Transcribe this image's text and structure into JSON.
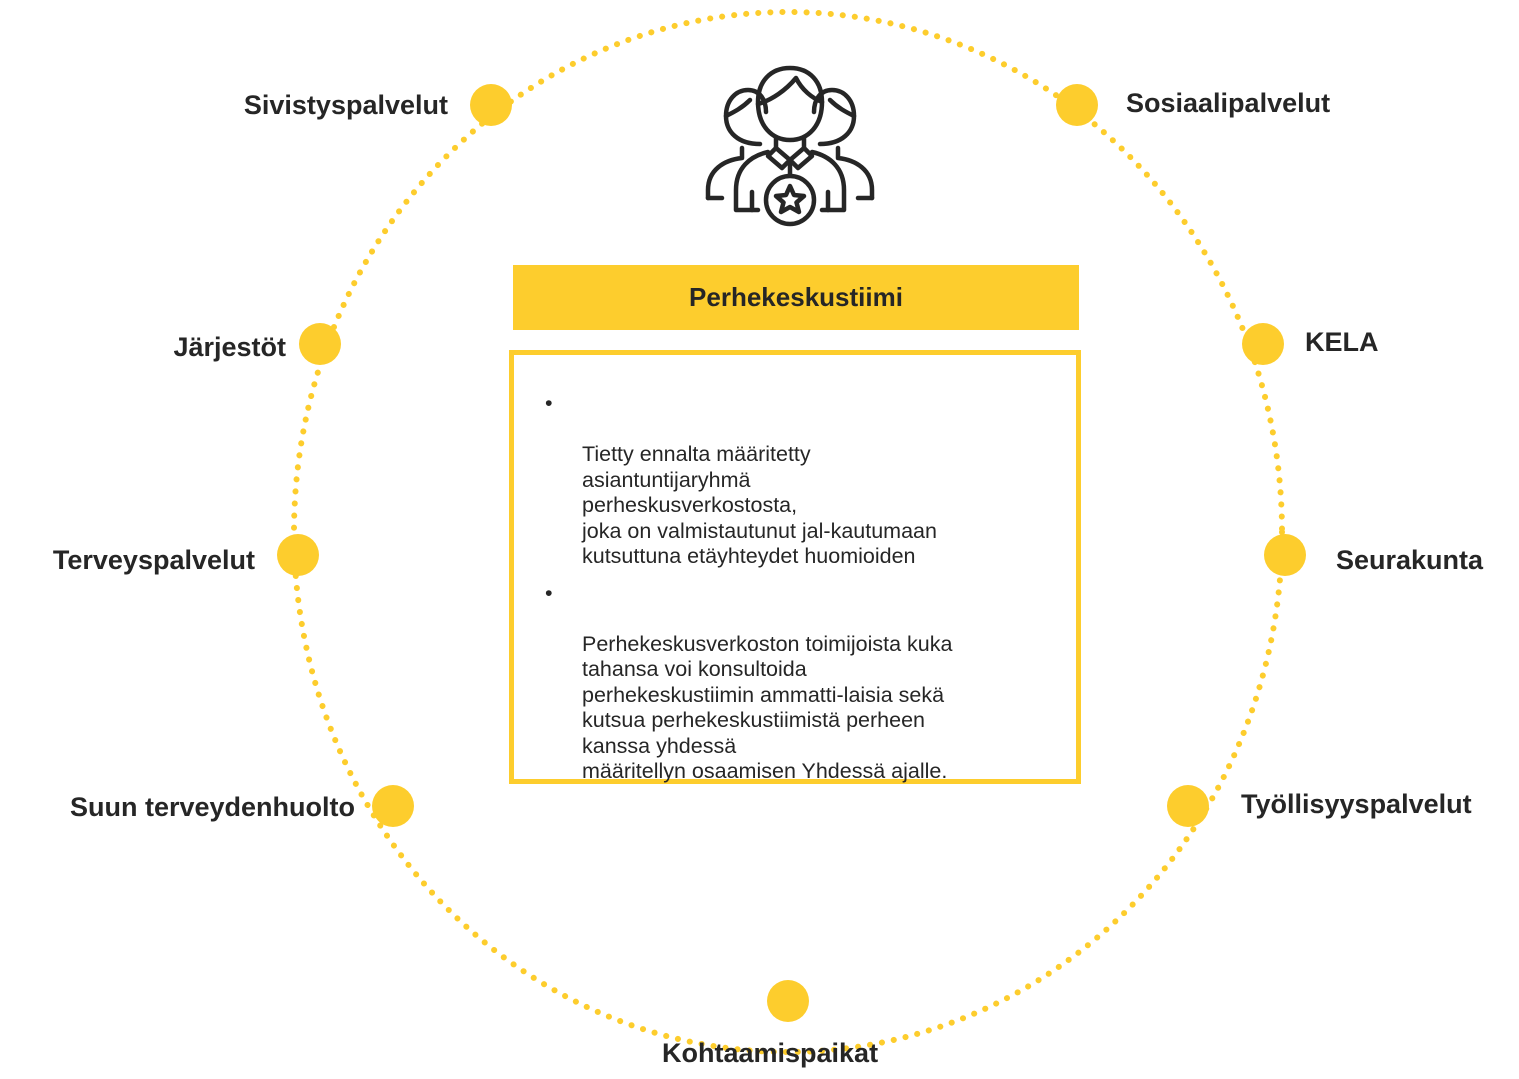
{
  "colors": {
    "accent": "#fdcd2d",
    "text": "#262626",
    "background": "#ffffff"
  },
  "center": {
    "icon": "team-leader-icon",
    "title": "Perhekeskustiimi",
    "bullets": [
      {
        "marker": "•",
        "text": "Tietty ennalta määritetty\nasiantuntijaryhmä\nperheskusverkostosta,\njoka on valmistautunut jal-kautumaan\nkutsuttuna etäyhteydet huomioiden"
      },
      {
        "marker": "•",
        "text": "Perhekeskusverkoston toimijoista kuka\ntahansa voi konsultoida\nperhekeskustiimin ammatti-laisia sekä\nkutsua perhekeskustiimistä perheen\nkanssa yhdessä\nmääritellyn osaamisen Yhdessä ajalle."
      }
    ]
  },
  "nodes": [
    {
      "id": "sivistyspalvelut",
      "label": "Sivistyspalvelut"
    },
    {
      "id": "sosiaalipalvelut",
      "label": "Sosiaalipalvelut"
    },
    {
      "id": "jarjestot",
      "label": "Järjestöt"
    },
    {
      "id": "kela",
      "label": "KELA"
    },
    {
      "id": "terveyspalvelut",
      "label": "Terveyspalvelut"
    },
    {
      "id": "seurakunta",
      "label": "Seurakunta"
    },
    {
      "id": "suun-terveydenhuolto",
      "label": "Suun terveydenhuolto"
    },
    {
      "id": "tyollisyyspalvelut",
      "label": "Työllisyyspalvelut"
    },
    {
      "id": "kohtaamispaikat",
      "label": "Kohtaamispaikat"
    }
  ]
}
